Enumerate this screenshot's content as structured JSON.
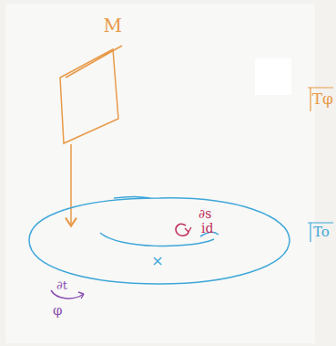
{
  "diagram": {
    "nodes": [
      {
        "text": [
          "M"
        ]
      },
      {
        "text": [
          "×"
        ]
      }
    ],
    "edges": [
      {
        "from": 0,
        "to": 1,
        "arrow": "to"
      }
    ],
    "labels": [
      "Tφ",
      "∂s",
      "id",
      "To",
      "∂t",
      "φ"
    ]
  }
}
